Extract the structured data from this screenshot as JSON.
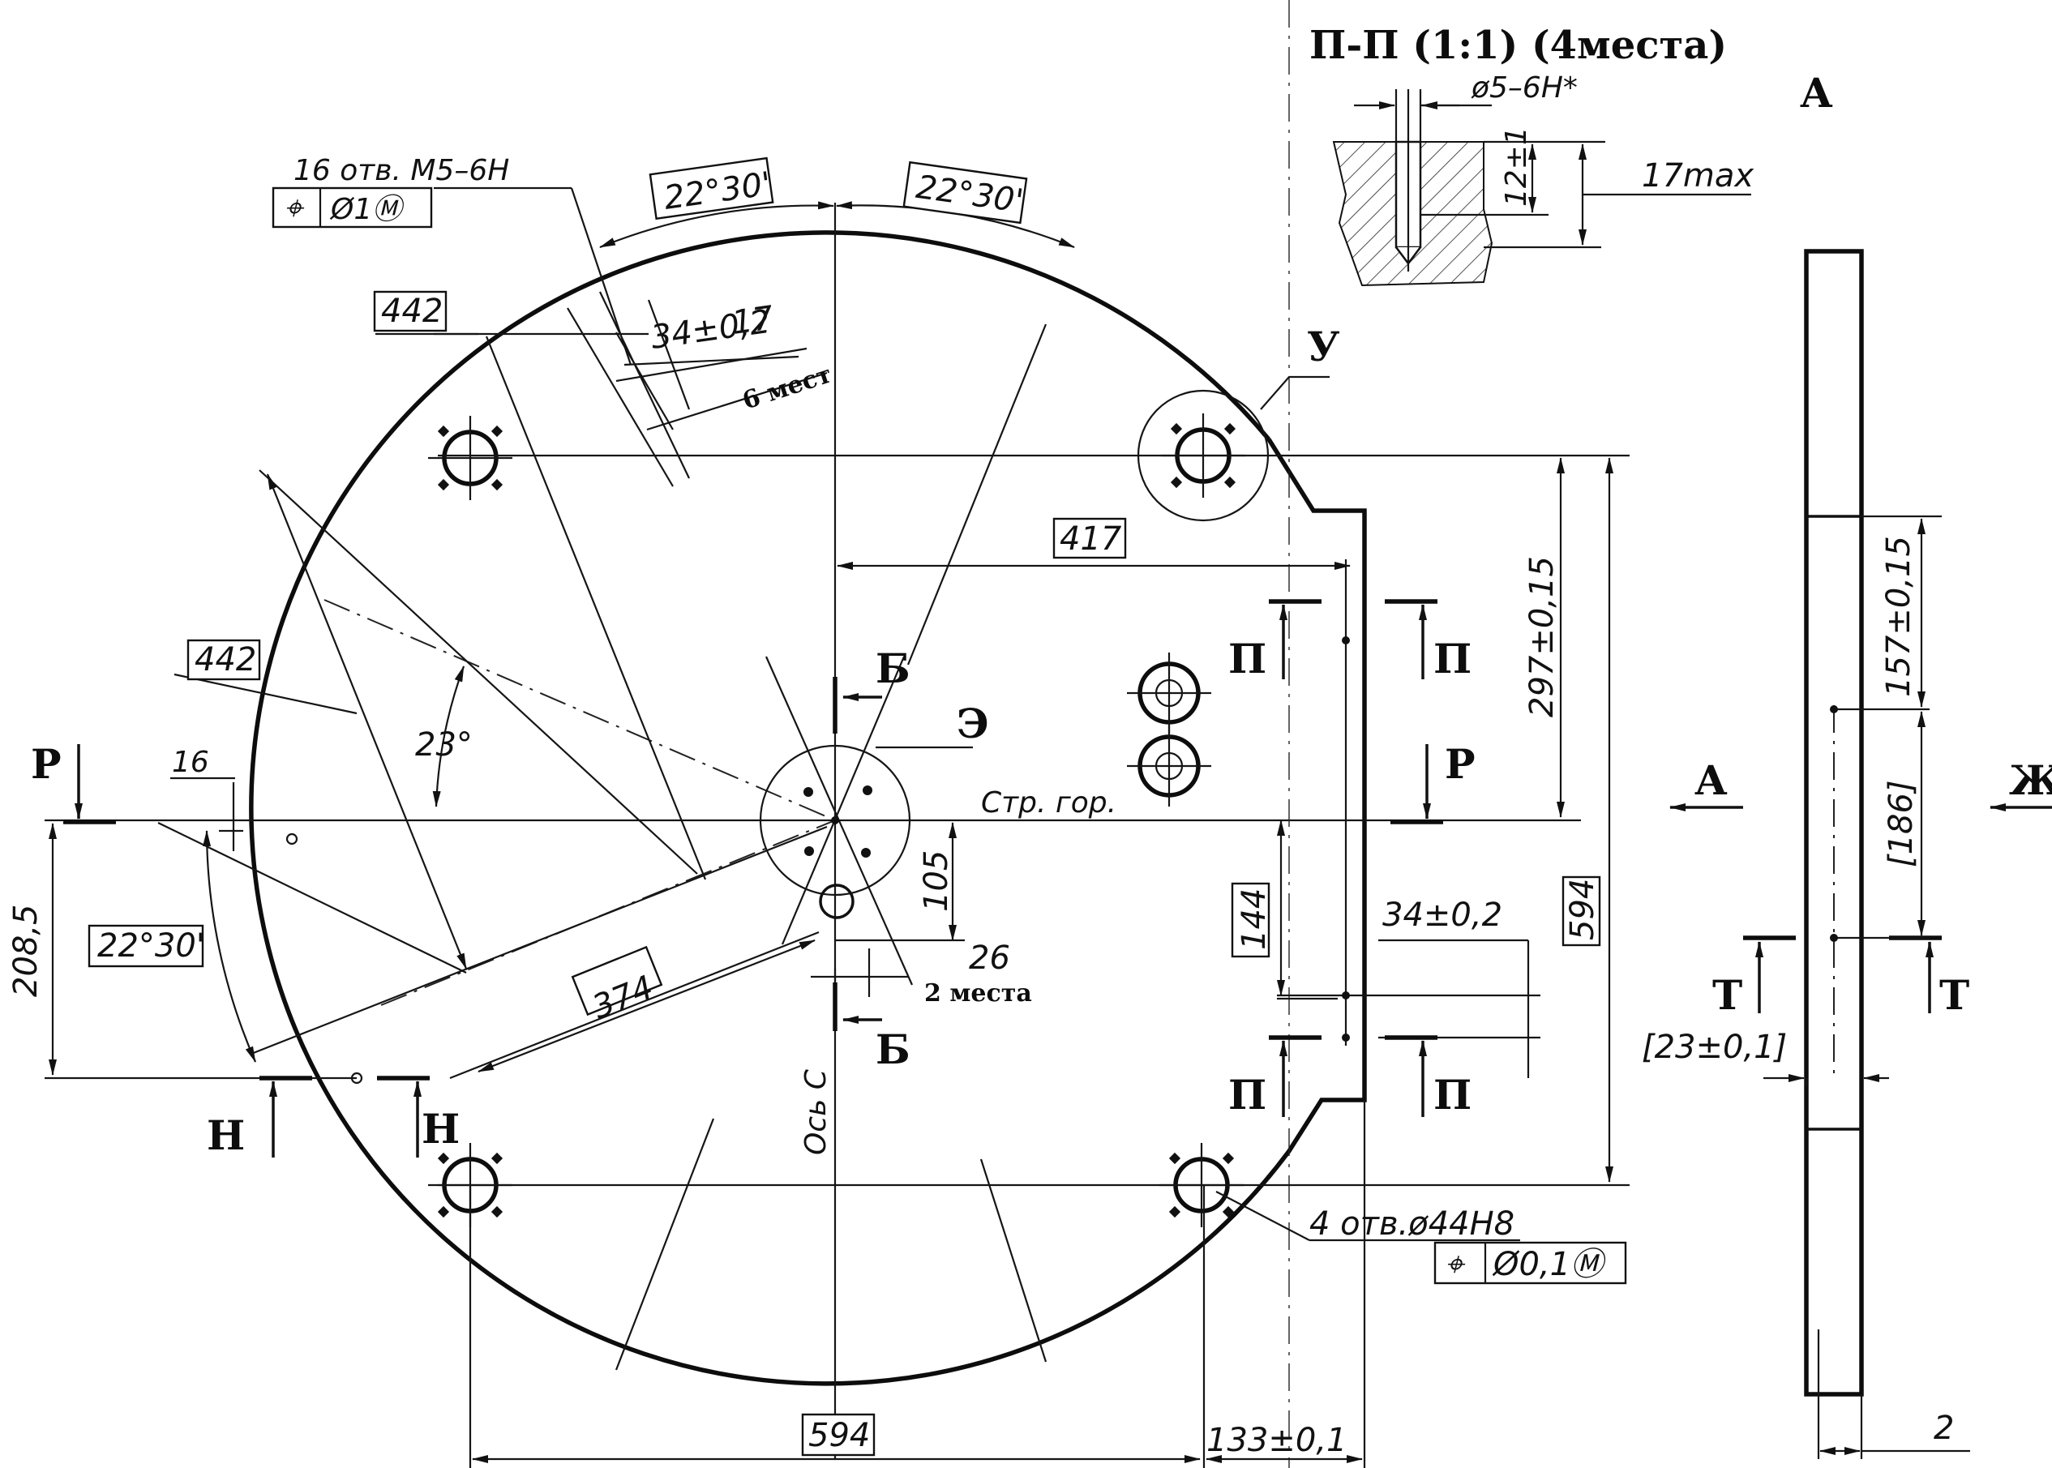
{
  "section": {
    "title": "П-П (1:1) (4места)",
    "hole_dim": "ø5–6H*",
    "depth_tol": "12±1",
    "max_depth": "17max"
  },
  "view_labels": {
    "A": "А",
    "A_arrow": "А",
    "Zh": "Ж",
    "U": "У",
    "E": "Э",
    "B1": "Б",
    "B2": "Б",
    "P_left": "Р",
    "P_right": "Р",
    "N1": "Н",
    "N2": "Н",
    "Pi1": "П",
    "Pi2": "П",
    "Pi3": "П",
    "Pi4": "П",
    "T1": "Т",
    "T2": "Т"
  },
  "notes": {
    "holes_top": "16 отв. M5–6H",
    "holes_top_sym": "⌖",
    "holes_top_tol": "Ø1Ⓜ",
    "six_places": "6 мест",
    "two_places": "2 места",
    "holes_bottom": "4 отв.ø44H8",
    "holes_bottom_sym": "⌖",
    "holes_bottom_tol": "Ø0,1Ⓜ",
    "axis_c": "Ось С",
    "str_gor": "Стр. гор."
  },
  "dims": {
    "ang1": "22°30'",
    "ang2": "22°30'",
    "ang3": "22°30'",
    "ang4": "23°",
    "d442a": "442",
    "d442b": "442",
    "d34a": "34±0,2",
    "d17": "17",
    "d417": "417",
    "d297": "297±0,15",
    "d594v": "594",
    "d594h": "594",
    "d133": "133±0,1",
    "d16": "16",
    "d208": "208,5",
    "d374": "374",
    "d105": "105",
    "d26": "26",
    "d144": "144",
    "d34b": "34±0,2",
    "d157": "157±0,15",
    "d186": "[186]",
    "d23": "[23±0,1]",
    "d2": "2"
  }
}
